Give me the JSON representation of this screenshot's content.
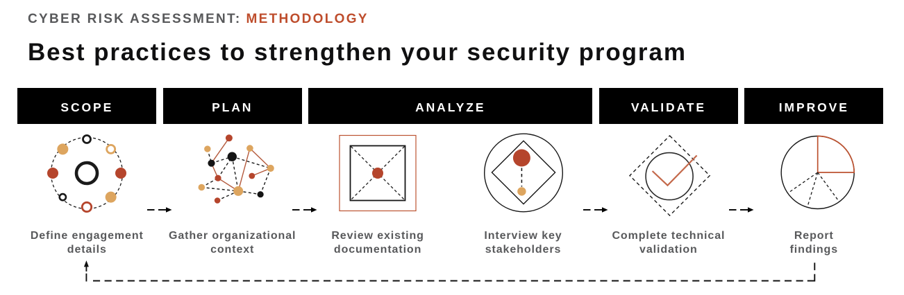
{
  "header": {
    "eyebrow_prefix": "CYBER RISK ASSESSMENT:",
    "eyebrow_highlight": "METHODOLOGY",
    "title": "Best practices to strengthen your security program"
  },
  "phases": [
    {
      "label": "SCOPE"
    },
    {
      "label": "PLAN"
    },
    {
      "label": "ANALYZE"
    },
    {
      "label": "VALIDATE"
    },
    {
      "label": "IMPROVE"
    }
  ],
  "steps": [
    {
      "phase": "SCOPE",
      "icon": "stakeholder-ring-icon",
      "caption": [
        "Define engagement",
        "details"
      ]
    },
    {
      "phase": "PLAN",
      "icon": "network-graph-icon",
      "caption": [
        "Gather organizational",
        "context"
      ]
    },
    {
      "phase": "ANALYZE",
      "icon": "document-square-icon",
      "caption": [
        "Review existing",
        "documentation"
      ]
    },
    {
      "phase": "ANALYZE",
      "icon": "diamond-interview-icon",
      "caption": [
        "Interview key",
        "stakeholders"
      ]
    },
    {
      "phase": "VALIDATE",
      "icon": "checkmark-diamond-icon",
      "caption": [
        "Complete technical",
        "validation"
      ]
    },
    {
      "phase": "IMPROVE",
      "icon": "pie-chart-icon",
      "caption": [
        "Report",
        "findings"
      ]
    }
  ],
  "colors": {
    "bar_background": "#000000",
    "bar_text": "#FFFFFF",
    "gray_text": "#58595B",
    "accent_orange": "#BE4D2C",
    "brick_red": "#B5452C",
    "tan": "#DDA55F",
    "rust_outline": "#BC5230",
    "salmon_check": "#C4694B",
    "ink": "#1A1A1A"
  }
}
